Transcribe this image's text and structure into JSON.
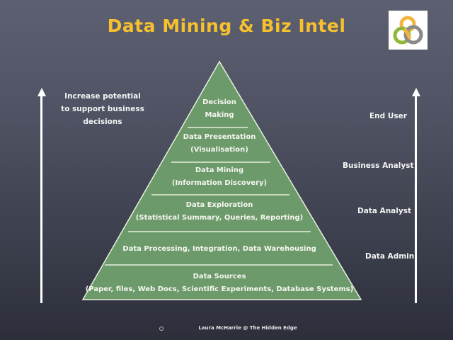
{
  "title": "Data Mining & Biz Intel",
  "logo": {
    "icon": "interlocking-rings-logo",
    "colors": [
      "#f3b53f",
      "#8fb83a",
      "#8a8a8a"
    ]
  },
  "left_caption": {
    "line1": "Increase potential",
    "line2": "to support business",
    "line3": "decisions"
  },
  "pyramid": {
    "fill_color": "#6c9a6a",
    "layers": [
      {
        "line1": "Decision",
        "line2": "Making"
      },
      {
        "line1": "Data Presentation",
        "line2": "(Visualisation)"
      },
      {
        "line1": "Data Mining",
        "line2": "(Information Discovery)"
      },
      {
        "line1": "Data Exploration",
        "line2": "(Statistical Summary, Queries, Reporting)"
      },
      {
        "line1": "Data Processing, Integration, Data Warehousing"
      },
      {
        "line1": "Data Sources",
        "line2": "(Paper, files, Web Docs, Scientific Experiments, Database Systems)"
      }
    ]
  },
  "roles": [
    {
      "label": "End User"
    },
    {
      "label": "Business Analyst"
    },
    {
      "label": "Data Analyst"
    },
    {
      "label": "Data Admin"
    }
  ],
  "footer": {
    "credit": "Laura McHarrie @ The Hidden Edge"
  },
  "colors": {
    "title": "#f6c02e",
    "background_top": "#5c6070",
    "background_bottom": "#2c2e3a"
  }
}
